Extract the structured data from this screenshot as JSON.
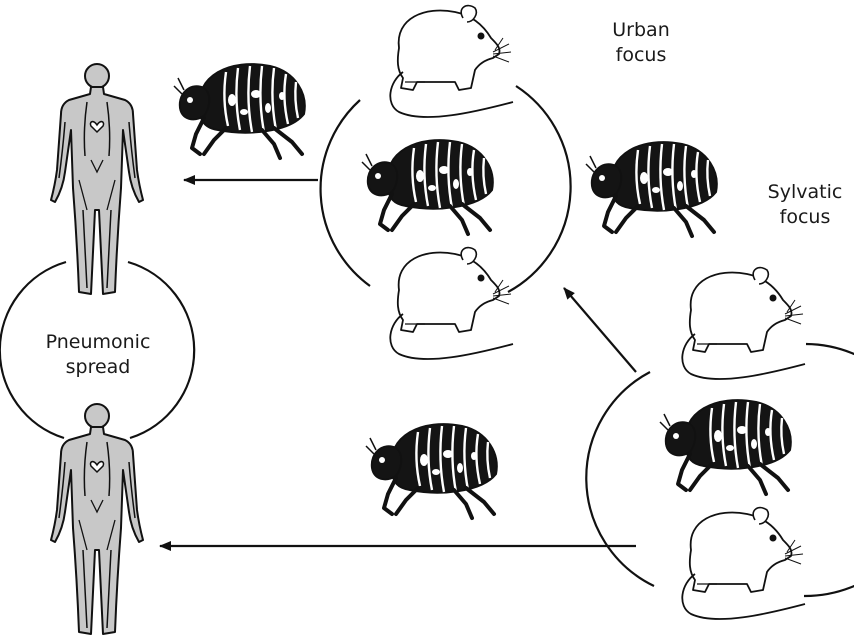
{
  "labels": {
    "urban_line1": "Urban",
    "urban_line2": "focus",
    "sylvatic_line1": "Sylvatic",
    "sylvatic_line2": "focus",
    "pneumonic_line1": "Pneumonic",
    "pneumonic_line2": "spread"
  },
  "colors": {
    "ink": "#111111",
    "human_fill": "#c8c8c8",
    "rat_fill": "#ffffff"
  },
  "icons": [
    "human-figure-icon",
    "flea-icon",
    "rat-icon",
    "arrow-icon"
  ]
}
